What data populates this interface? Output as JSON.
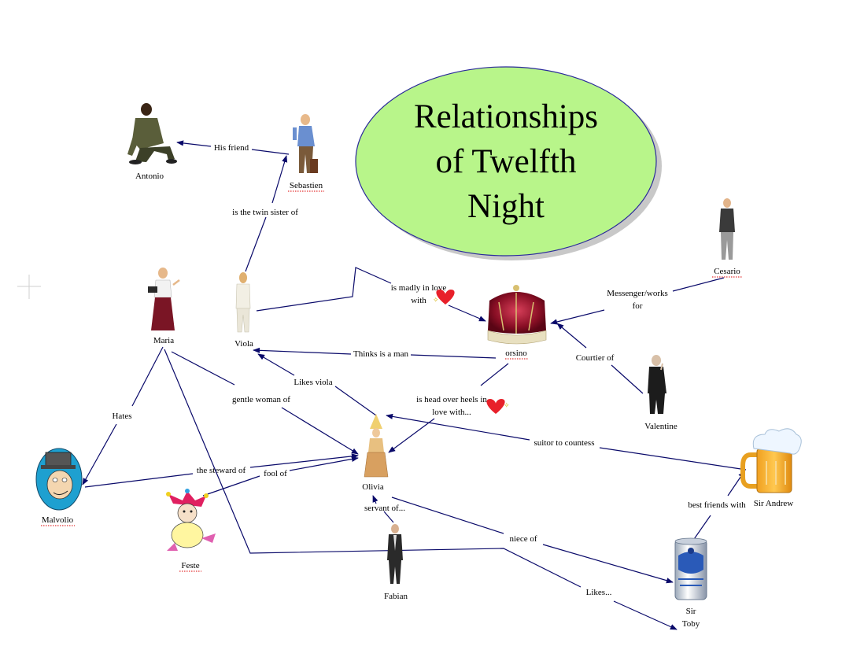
{
  "title": {
    "lines": [
      "Relationships",
      "of Twelfth",
      "Night"
    ]
  },
  "colors": {
    "title_fill": "#b8f58a",
    "title_stroke": "#2a2a9a",
    "edge": "#0a0a6a"
  },
  "nodes": [
    {
      "id": "antonio",
      "label": [
        "Antonio"
      ],
      "figure": "kneeling-man"
    },
    {
      "id": "sebastien",
      "label": [
        "Sebastien"
      ],
      "figure": "traveler-with-luggage",
      "spell_mark": true
    },
    {
      "id": "viola",
      "label": [
        "Viola"
      ],
      "figure": "woman-in-suit"
    },
    {
      "id": "maria",
      "label": [
        "Maria"
      ],
      "figure": "woman-with-book"
    },
    {
      "id": "malvolio",
      "label": [
        "Malvolio"
      ],
      "figure": "cartoon-man-top-hat",
      "spell_mark": true
    },
    {
      "id": "feste",
      "label": [
        "Feste"
      ],
      "figure": "jester",
      "spell_mark": true
    },
    {
      "id": "olivia",
      "label": [
        "Olivia"
      ],
      "figure": "lady-gown"
    },
    {
      "id": "orsino",
      "label": [
        "orsino"
      ],
      "figure": "crown",
      "spell_mark": true
    },
    {
      "id": "cesario",
      "label": [
        "Cesario"
      ],
      "figure": "man-standing",
      "spell_mark": true
    },
    {
      "id": "valentine",
      "label": [
        "Valentine"
      ],
      "figure": "man-thinking"
    },
    {
      "id": "fabian",
      "label": [
        "Fabian"
      ],
      "figure": "businessman"
    },
    {
      "id": "andrew",
      "label": [
        "Sir Andrew"
      ],
      "figure": "beer-mug"
    },
    {
      "id": "toby",
      "label": [
        "Sir",
        "Toby"
      ],
      "figure": "beer-can"
    }
  ],
  "edges": [
    {
      "id": "seb-antonio",
      "label": [
        "His friend"
      ]
    },
    {
      "id": "viola-seb",
      "label": [
        "is the twin sister of"
      ]
    },
    {
      "id": "viola-orsino",
      "label": [
        "is madly in love",
        "with"
      ],
      "heart": true
    },
    {
      "id": "cesario-orsino",
      "label": [
        "Messenger/works",
        "for"
      ]
    },
    {
      "id": "valentine-orsino",
      "label": [
        "Courtier of"
      ]
    },
    {
      "id": "orsino-viola",
      "label": [
        "Thinks is a man"
      ]
    },
    {
      "id": "olivia-viola",
      "label": [
        "Likes viola"
      ]
    },
    {
      "id": "orsino-olivia",
      "label": [
        "is head over heels in",
        "love with..."
      ],
      "heart": true
    },
    {
      "id": "maria-olivia",
      "label": [
        "gentle woman of"
      ]
    },
    {
      "id": "maria-malvolio",
      "label": [
        "Hates"
      ]
    },
    {
      "id": "malvolio-olivia",
      "label": [
        "the steward of"
      ]
    },
    {
      "id": "feste-olivia",
      "label": [
        "fool of"
      ]
    },
    {
      "id": "andrew-olivia",
      "label": [
        "suitor to countess"
      ]
    },
    {
      "id": "fabian-olivia",
      "label": [
        "servant of..."
      ]
    },
    {
      "id": "olivia-toby",
      "label": [
        "niece of"
      ]
    },
    {
      "id": "toby-andrew",
      "label": [
        "best friends with"
      ]
    },
    {
      "id": "maria-toby",
      "label": [
        "Likes..."
      ]
    }
  ]
}
